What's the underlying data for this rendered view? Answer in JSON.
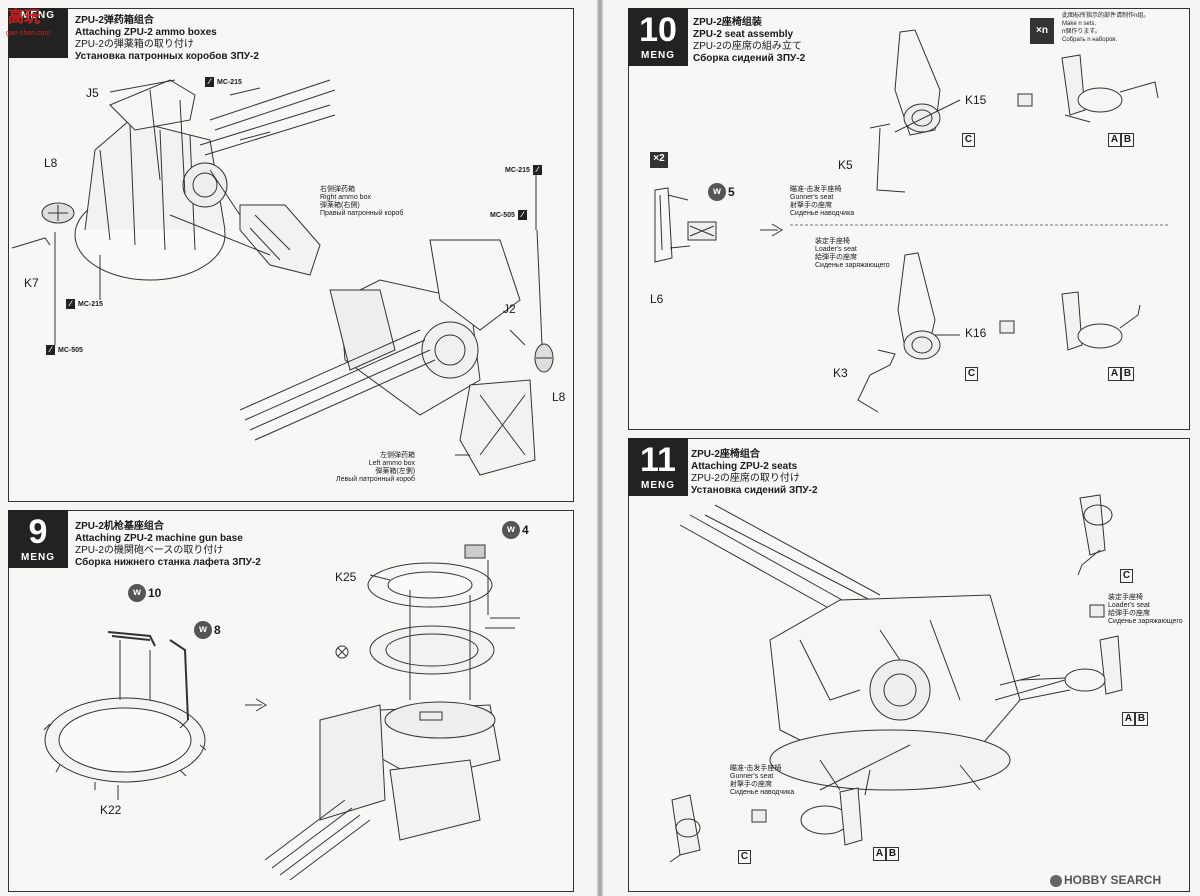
{
  "watermark_left": {
    "logo": "高玩",
    "url": "gao-shan.com"
  },
  "watermark_right": "HOBBY SEARCH",
  "steps": {
    "s8": {
      "brand": "MENG",
      "title_zh": "ZPU-2弹药箱组合",
      "title_en": "Attaching ZPU-2 ammo boxes",
      "title_ja": "ZPU-2の弾薬箱の取り付け",
      "title_ru": "Установка патронных коробов ЗПУ-2",
      "parts": {
        "j5": "J5",
        "l8a": "L8",
        "k7": "K7",
        "j2": "J2",
        "l8b": "L8"
      },
      "paints": {
        "p1": "MC-215",
        "p2": "MC-215",
        "p3": "MC-505",
        "p4": "MC-215",
        "p5": "MC-505"
      },
      "right_box": {
        "zh": "右侧弹药箱",
        "en": "Right ammo box",
        "ja": "弾薬箱(右側)",
        "ru": "Правый патронный короб"
      },
      "left_box": {
        "zh": "左侧弹药箱",
        "en": "Left ammo box",
        "ja": "弾薬箱(左側)",
        "ru": "Левый патронный короб"
      }
    },
    "s9": {
      "num": "9",
      "brand": "MENG",
      "title_zh": "ZPU-2机枪基座组合",
      "title_en": "Attaching ZPU-2 machine gun base",
      "title_ja": "ZPU-2の機関砲ベースの取り付け",
      "title_ru": "Сборка нижнего станка лафета ЗПУ-2",
      "w10": "10",
      "w8": "8",
      "w4": "4",
      "k25": "K25",
      "k22": "K22"
    },
    "s10": {
      "num": "10",
      "brand": "MENG",
      "title_zh": "ZPU-2座椅组装",
      "title_en": "ZPU-2 seat assembly",
      "title_ja": "ZPU-2の座席の組み立て",
      "title_ru": "Сборка сидений ЗПУ-2",
      "xn": "×n",
      "xn_note": {
        "zh": "此图标所指示的部件请制作n组。",
        "en": "Make n sets.",
        "ja": "n個作ります。",
        "ru": "Собрать n наборов."
      },
      "x2": "×2",
      "w5": "5",
      "parts": {
        "k15": "K15",
        "k5": "K5",
        "l6": "L6",
        "k16": "K16",
        "k3": "K3"
      },
      "c1": "C",
      "ab1": [
        "A",
        "B"
      ],
      "c2": "C",
      "ab2": [
        "A",
        "B"
      ],
      "gunner": {
        "zh": "瞄准-击发手座椅",
        "en": "Gunner's seat",
        "ja": "射撃手の座席",
        "ru": "Сиденье наводчика"
      },
      "loader": {
        "zh": "装定手座椅",
        "en": "Loader's seat",
        "ja": "給弾手の座席",
        "ru": "Сиденье заряжающего"
      }
    },
    "s11": {
      "num": "11",
      "brand": "MENG",
      "title_zh": "ZPU-2座椅组合",
      "title_en": "Attaching ZPU-2 seats",
      "title_ja": "ZPU-2の座席の取り付け",
      "title_ru": "Установка сидений ЗПУ-2",
      "c1": "C",
      "ab1": [
        "A",
        "B"
      ],
      "c2": "C",
      "ab2": [
        "A",
        "B"
      ],
      "loader": {
        "zh": "装定手座椅",
        "en": "Loader's seat",
        "ja": "給弾手の座席",
        "ru": "Сиденье заряжающего"
      },
      "gunner": {
        "zh": "瞄准-击发手座椅",
        "en": "Gunner's seat",
        "ja": "射撃手の座席",
        "ru": "Сиденье наводчика"
      }
    }
  }
}
